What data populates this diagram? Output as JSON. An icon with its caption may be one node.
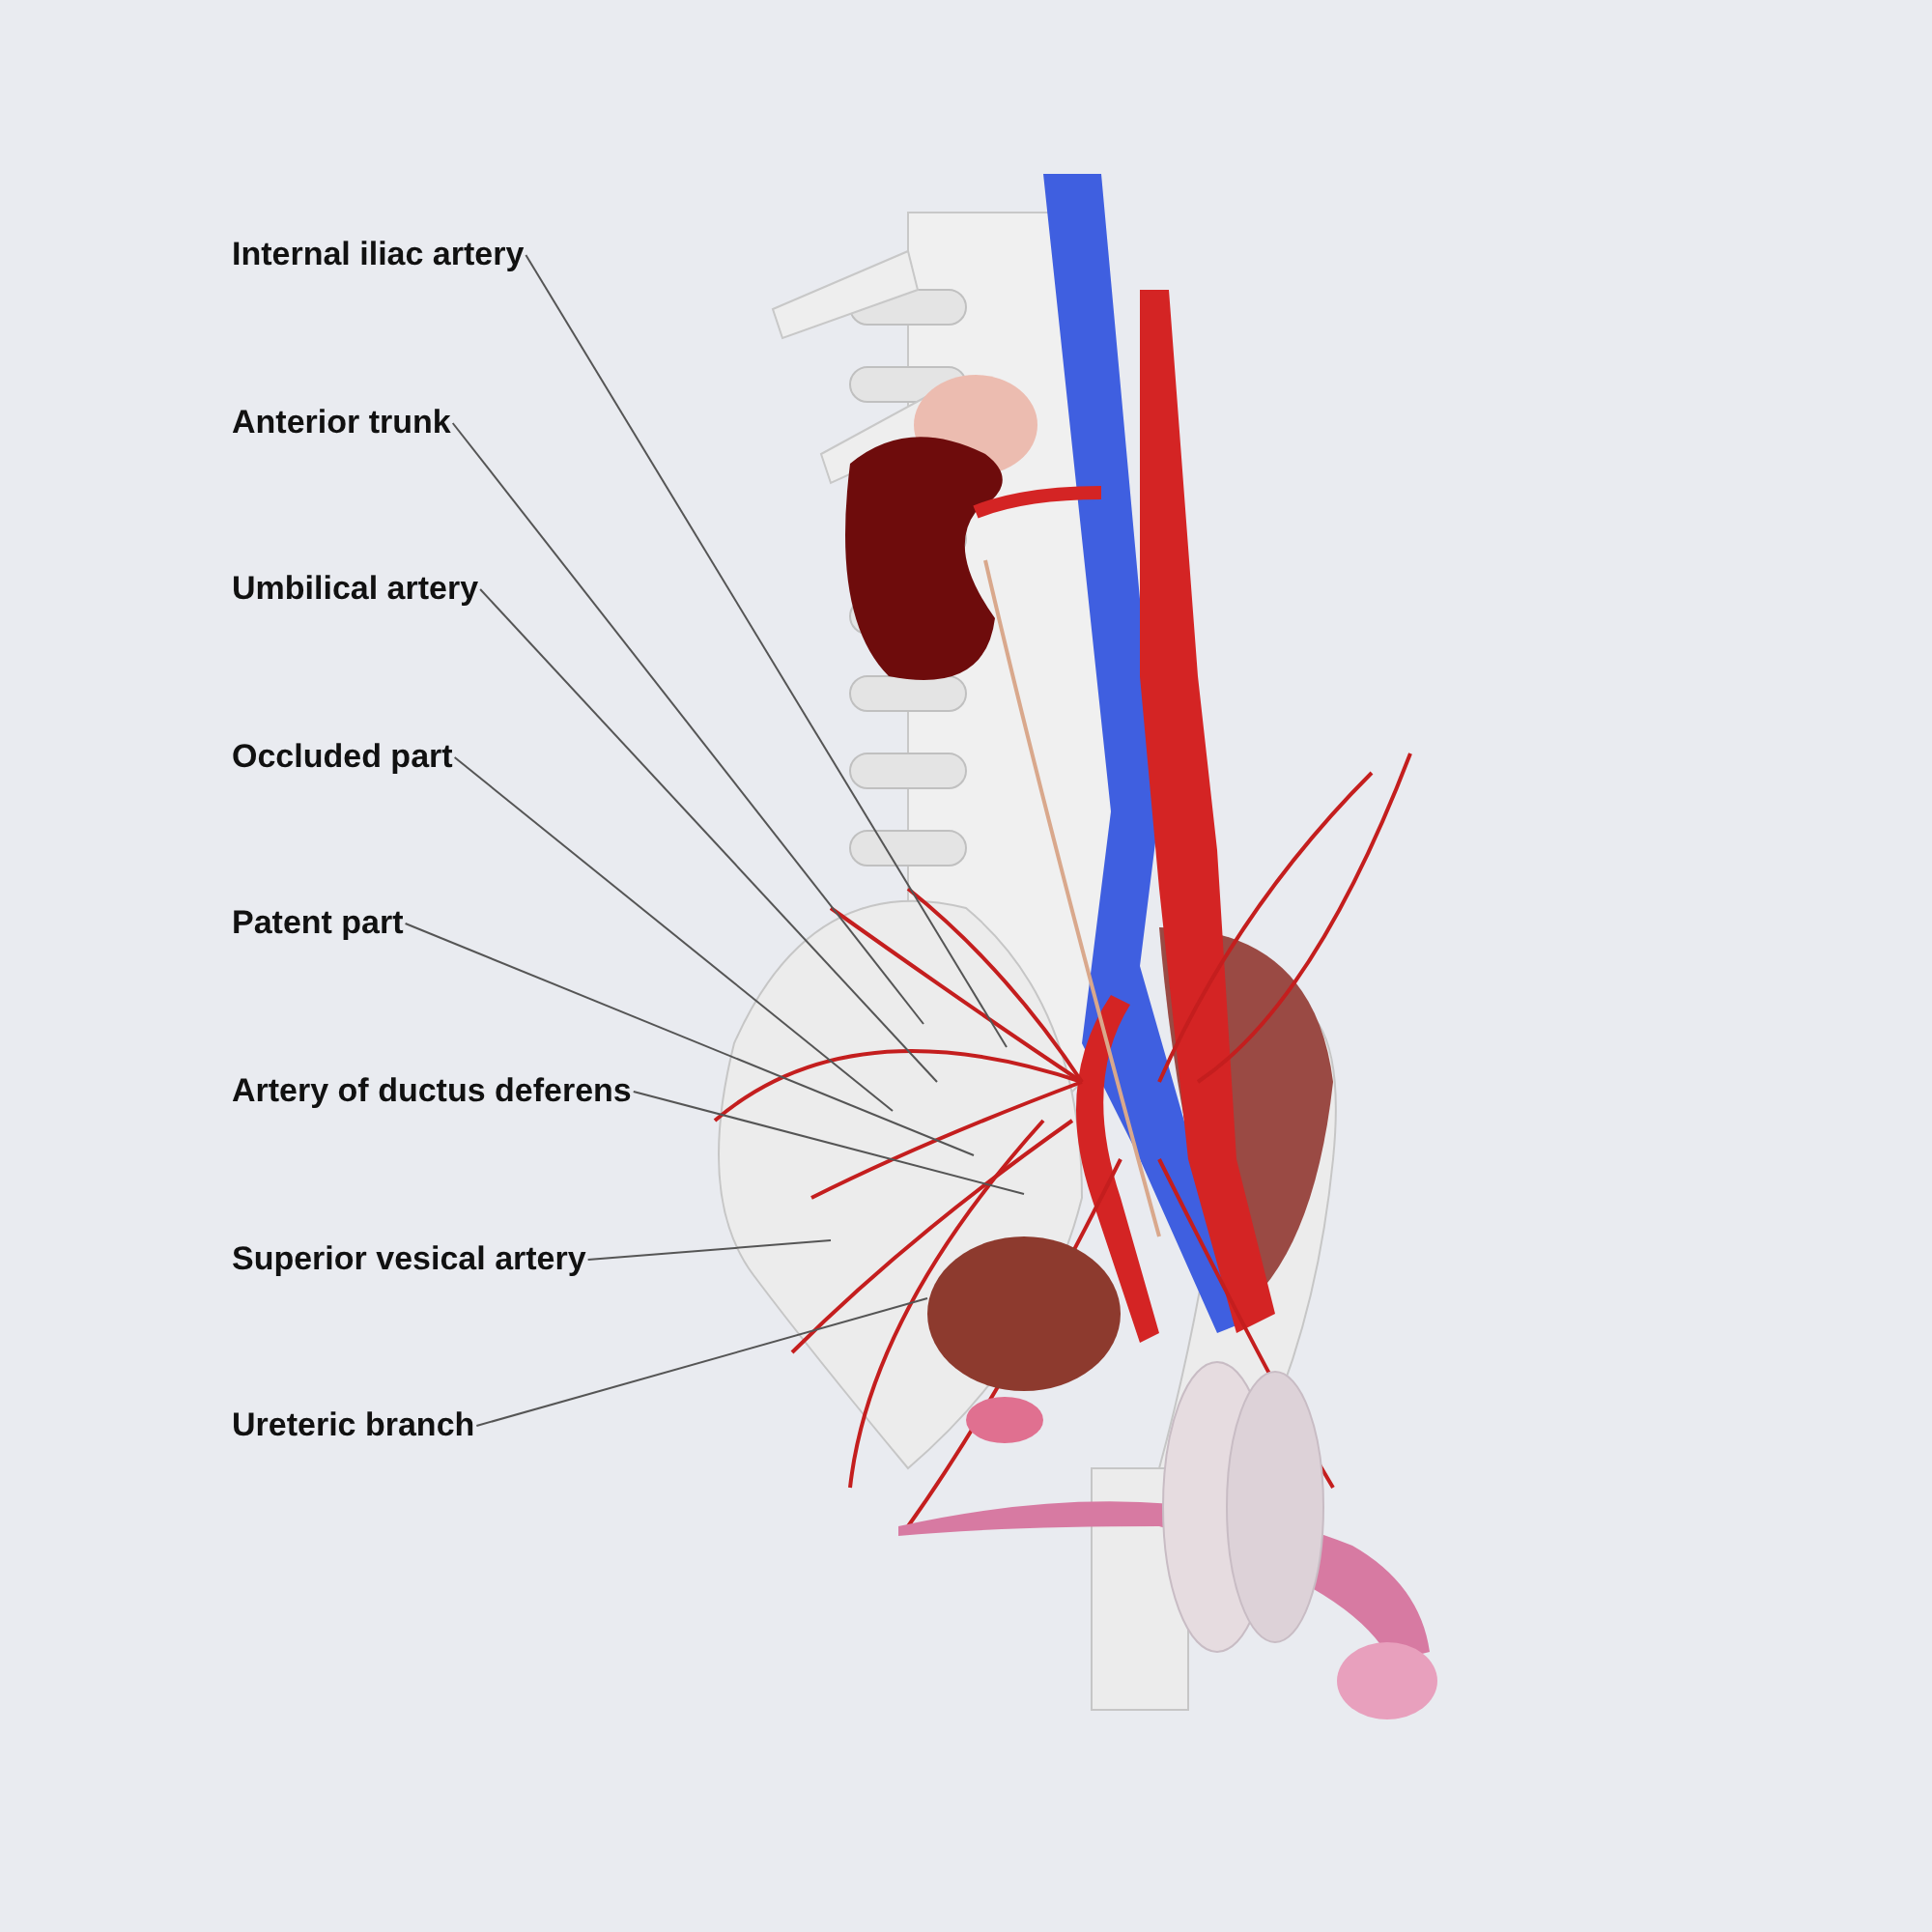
{
  "diagram": {
    "nodes": [
      {
        "text": [
          "Internal iliac artery"
        ]
      },
      {
        "text": [
          "Anterior trunk"
        ]
      },
      {
        "text": [
          "Umbilical artery"
        ]
      },
      {
        "text": [
          "Occluded part"
        ]
      },
      {
        "text": [
          "Patent part"
        ]
      },
      {
        "text": [
          "Artery of ductus deferens"
        ]
      },
      {
        "text": [
          "Superior vesical artery"
        ]
      },
      {
        "text": [
          "Ureteric branch"
        ]
      }
    ],
    "edges": [
      {
        "from": 0,
        "to": null,
        "arrow": "none"
      },
      {
        "from": 1,
        "to": null,
        "arrow": "none"
      },
      {
        "from": 2,
        "to": null,
        "arrow": "none"
      },
      {
        "from": 3,
        "to": null,
        "arrow": "none"
      },
      {
        "from": 4,
        "to": null,
        "arrow": "none"
      },
      {
        "from": 5,
        "to": null,
        "arrow": "none"
      },
      {
        "from": 6,
        "to": null,
        "arrow": "none"
      },
      {
        "from": 7,
        "to": null,
        "arrow": "none"
      }
    ]
  }
}
